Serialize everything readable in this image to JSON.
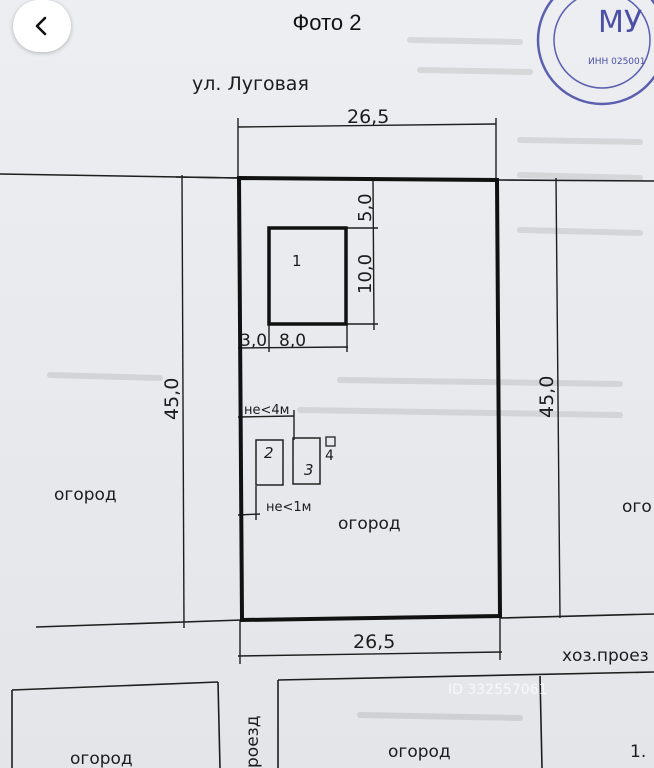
{
  "header": {
    "title": "Фото 2",
    "back_icon": "chevron-left-icon"
  },
  "stamp": {
    "text": "МУ",
    "inn": "ИНН 025001"
  },
  "plan": {
    "street": "ул. Луговая",
    "width_top": "26,5",
    "width_bottom": "26,5",
    "depth_left": "45,0",
    "depth_right": "45,0",
    "house_offset_top": "5,0",
    "house_height": "10,0",
    "house_offset_left": "3,0",
    "house_width": "8,0",
    "house_number": "1",
    "building2": "2",
    "building3": "3",
    "building4": "4",
    "limit_4m": "не<4м",
    "limit_1m": "не<1м",
    "garden_inner": "огород",
    "garden_left": "огород",
    "garden_right": "ого",
    "garden_bottom": "огород",
    "passage_right": "хоз.проез",
    "passage_bottom": "роезд",
    "bottom_right": "1."
  },
  "watermark": "ID 332557061"
}
